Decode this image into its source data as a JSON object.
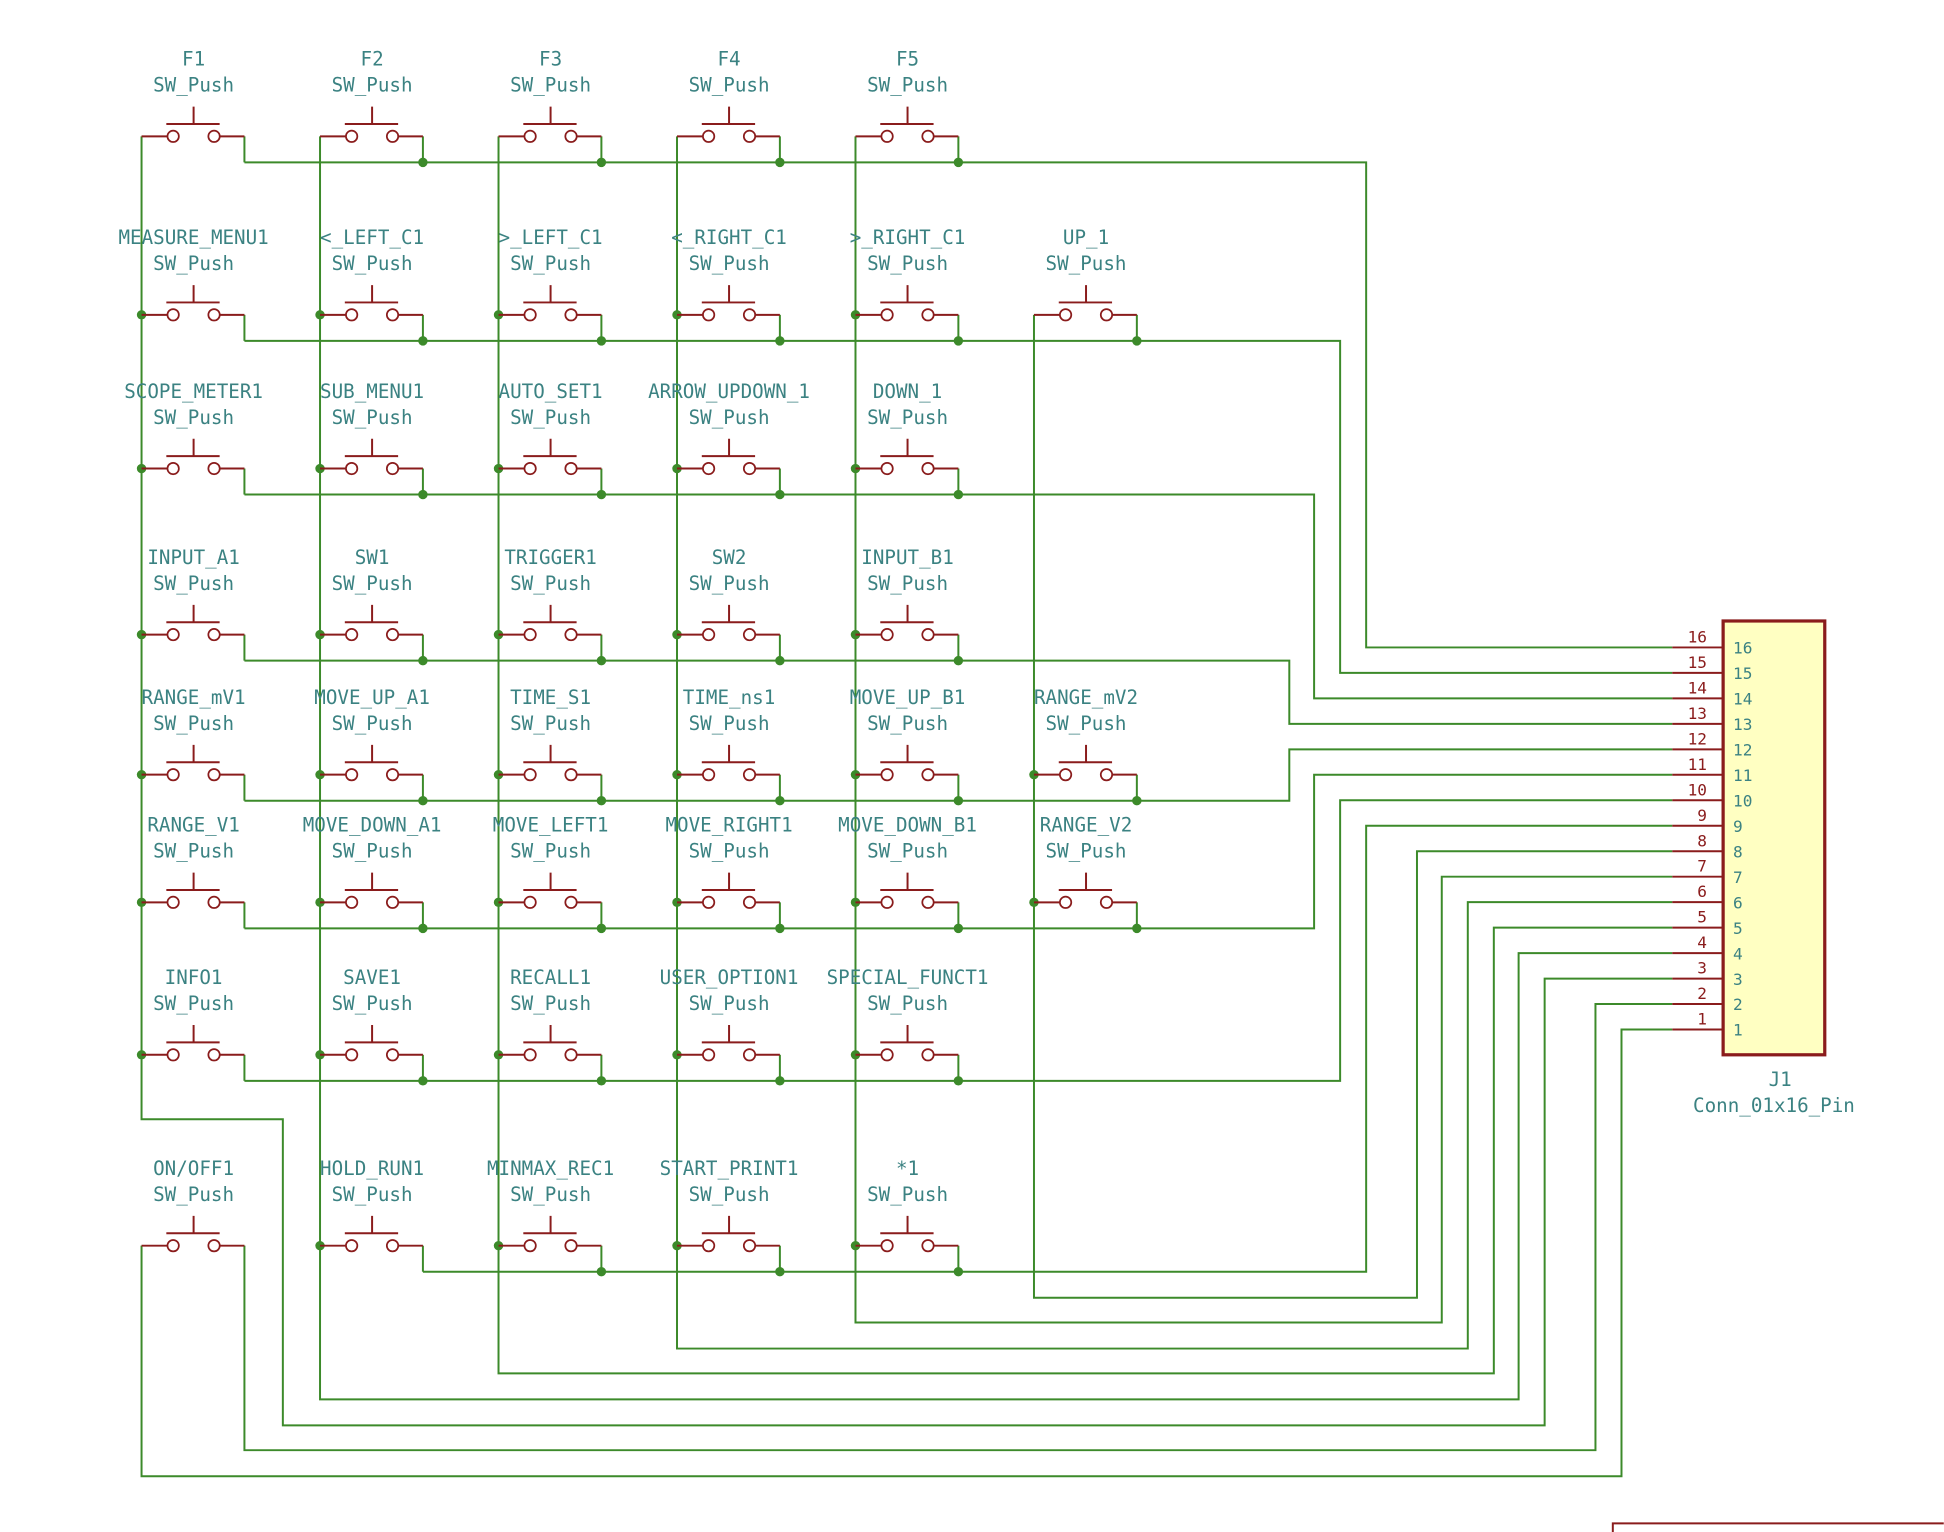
{
  "colors": {
    "wire": "#3c8a2a",
    "symbol": "#8a1c1c",
    "text": "#3b8282",
    "connector_fill": "#ffffc2"
  },
  "switch_value": "SW_Push",
  "switch_rows": [
    {
      "bus_pin": 16,
      "switches": [
        {
          "col": 0,
          "ref": "F1"
        },
        {
          "col": 1,
          "ref": "F2"
        },
        {
          "col": 2,
          "ref": "F3"
        },
        {
          "col": 3,
          "ref": "F4"
        },
        {
          "col": 4,
          "ref": "F5"
        }
      ]
    },
    {
      "bus_pin": 15,
      "switches": [
        {
          "col": 0,
          "ref": "MEASURE_MENU1"
        },
        {
          "col": 1,
          "ref": "<_LEFT_C1"
        },
        {
          "col": 2,
          "ref": ">_LEFT_C1"
        },
        {
          "col": 3,
          "ref": "<_RIGHT_C1"
        },
        {
          "col": 4,
          "ref": ">_RIGHT_C1"
        },
        {
          "col": 5,
          "ref": "UP_1"
        }
      ]
    },
    {
      "bus_pin": 14,
      "switches": [
        {
          "col": 0,
          "ref": "SCOPE_METER1"
        },
        {
          "col": 1,
          "ref": "SUB_MENU1"
        },
        {
          "col": 2,
          "ref": "AUTO_SET1"
        },
        {
          "col": 3,
          "ref": "ARROW_UPDOWN_1"
        },
        {
          "col": 4,
          "ref": "DOWN_1"
        }
      ]
    },
    {
      "bus_pin": 13,
      "switches": [
        {
          "col": 0,
          "ref": "INPUT_A1"
        },
        {
          "col": 1,
          "ref": "SW1"
        },
        {
          "col": 2,
          "ref": "TRIGGER1"
        },
        {
          "col": 3,
          "ref": "SW2"
        },
        {
          "col": 4,
          "ref": "INPUT_B1"
        }
      ]
    },
    {
      "bus_pin": 12,
      "switches": [
        {
          "col": 0,
          "ref": "RANGE_mV1"
        },
        {
          "col": 1,
          "ref": "MOVE_UP_A1"
        },
        {
          "col": 2,
          "ref": "TIME_S1"
        },
        {
          "col": 3,
          "ref": "TIME_ns1"
        },
        {
          "col": 4,
          "ref": "MOVE_UP_B1"
        },
        {
          "col": 5,
          "ref": "RANGE_mV2"
        }
      ]
    },
    {
      "bus_pin": 11,
      "switches": [
        {
          "col": 0,
          "ref": "RANGE_V1"
        },
        {
          "col": 1,
          "ref": "MOVE_DOWN_A1"
        },
        {
          "col": 2,
          "ref": "MOVE_LEFT1"
        },
        {
          "col": 3,
          "ref": "MOVE_RIGHT1"
        },
        {
          "col": 4,
          "ref": "MOVE_DOWN_B1"
        },
        {
          "col": 5,
          "ref": "RANGE_V2"
        }
      ]
    },
    {
      "bus_pin": 10,
      "switches": [
        {
          "col": 0,
          "ref": "INFO1"
        },
        {
          "col": 1,
          "ref": "SAVE1"
        },
        {
          "col": 2,
          "ref": "RECALL1"
        },
        {
          "col": 3,
          "ref": "USER_OPTION1"
        },
        {
          "col": 4,
          "ref": "SPECIAL_FUNCT1"
        }
      ]
    },
    {
      "bus_pin": 9,
      "switches": [
        {
          "col": 0,
          "ref": "ON/OFF1"
        },
        {
          "col": 1,
          "ref": "HOLD_RUN1"
        },
        {
          "col": 2,
          "ref": "MINMAX_REC1"
        },
        {
          "col": 3,
          "ref": "START_PRINT1"
        },
        {
          "col": 4,
          "ref": "*1"
        }
      ]
    }
  ],
  "connector": {
    "ref": "J1",
    "value": "Conn_01x16_Pin",
    "pins": [
      "16",
      "15",
      "14",
      "13",
      "12",
      "11",
      "10",
      "9",
      "8",
      "7",
      "6",
      "5",
      "4",
      "3",
      "2",
      "1"
    ]
  }
}
